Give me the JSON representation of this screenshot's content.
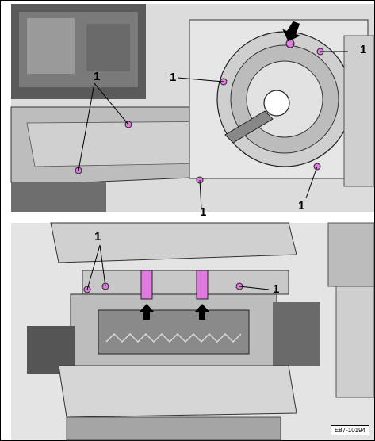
{
  "callouts": {
    "top_upper_left": "1",
    "top_middle": "1",
    "top_right": "1",
    "top_bottom_center": "1",
    "top_bottom_right": "1",
    "bottom_left": "1",
    "bottom_right": "1"
  },
  "reference_code": "E87-10194",
  "colors": {
    "highlight": "#e07ae0",
    "arrow": "#000000",
    "housing_light": "#d9d9d9",
    "housing_dark": "#4a4a4a"
  },
  "icons": {
    "pointer_arrow": "arrow-icon"
  }
}
